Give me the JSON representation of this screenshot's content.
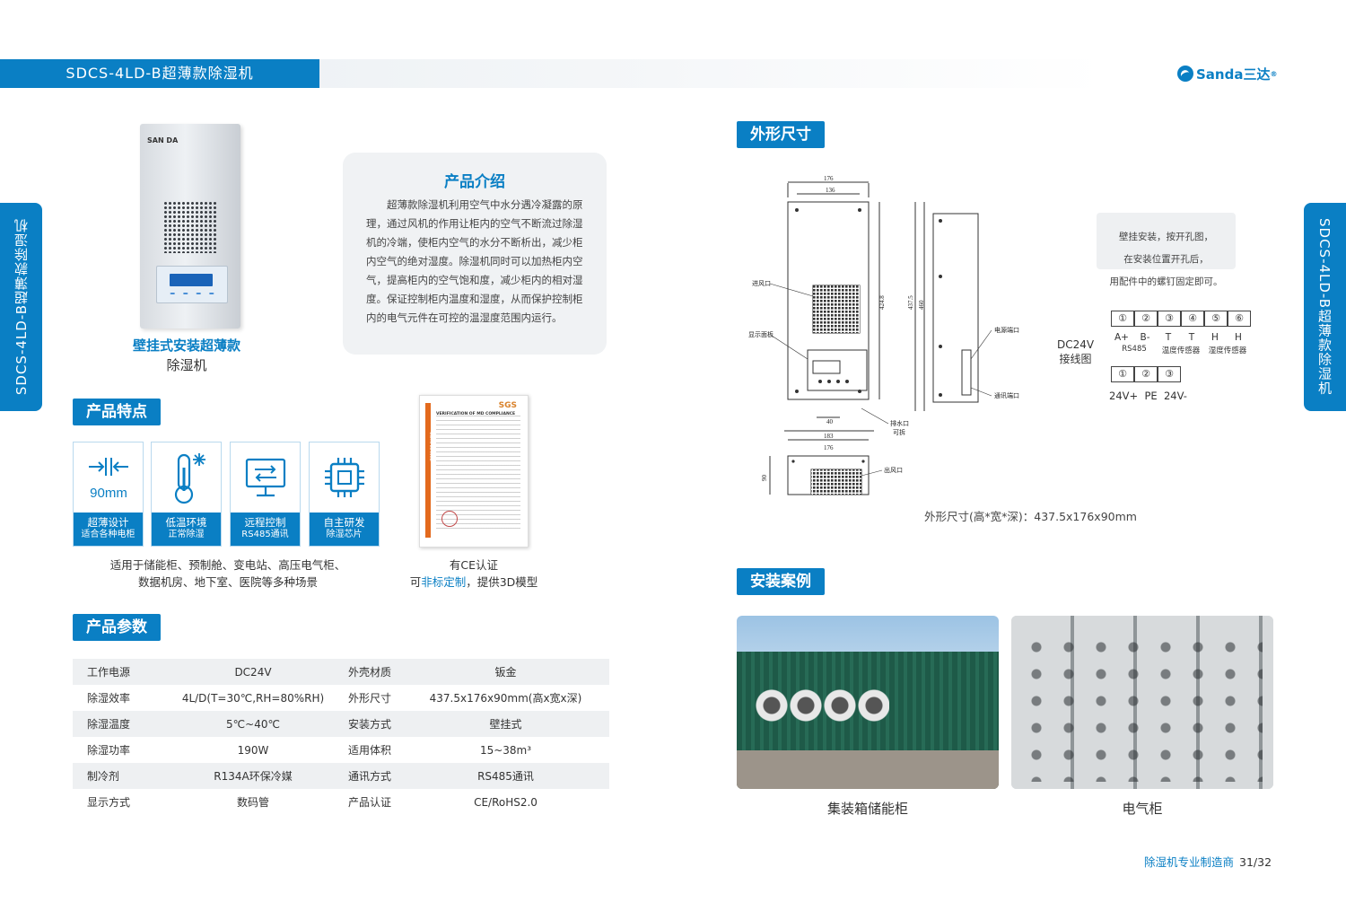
{
  "header": {
    "title": "SDCS-4LD-B超薄款除湿机",
    "brand_name": "Sanda三达",
    "brand_mark": "®"
  },
  "side_tabs": {
    "left": "SDCS-4LD-B超薄款除湿机",
    "right": "SDCS-4LD-B超薄款除湿机"
  },
  "product": {
    "device_logo": "SAN DA",
    "caption_line1": "壁挂式安装超薄款",
    "caption_line2": "除湿机"
  },
  "intro": {
    "title": "产品介绍",
    "body": "超薄款除湿机利用空气中水分遇冷凝露的原理，通过风机的作用让柜内的空气不断流过除湿机的冷端，使柜内空气的水分不断析出，减少柜内空气的绝对湿度。除湿机同时可以加热柜内空气，提高柜内的空气饱和度，减少柜内的相对湿度。保证控制柜内温度和湿度，从而保护控制柜内的电气元件在可控的温湿度范围内运行。"
  },
  "features": {
    "section_title": "产品特点",
    "items": [
      {
        "icon": "compress-arrows-icon",
        "icon_text": "90mm",
        "line1": "超薄设计",
        "line2": "适合各种电柜"
      },
      {
        "icon": "thermometer-snowflake-icon",
        "line1": "低温环境",
        "line2": "正常除湿"
      },
      {
        "icon": "remote-monitor-icon",
        "line1": "远程控制",
        "line2": "RS485通讯"
      },
      {
        "icon": "chip-icon",
        "line1": "自主研发",
        "line2": "除湿芯片"
      }
    ],
    "usage_line1": "适用于储能柜、预制舱、变电站、高压电气柜、",
    "usage_line2": "数据机房、地下室、医院等多种场景"
  },
  "certificate": {
    "sgs": "SGS",
    "heading": "VERIFICATION OF MD COMPLIANCE",
    "side_text": "COMPLIANCE",
    "caption_line1": "有CE认证",
    "caption_prefix": "可",
    "caption_highlight": "非标定制",
    "caption_suffix": "，提供3D模型"
  },
  "params": {
    "section_title": "产品参数",
    "rows": [
      {
        "k1": "工作电源",
        "v1": "DC24V",
        "k2": "外壳材质",
        "v2": "钣金"
      },
      {
        "k1": "除湿效率",
        "v1": "4L/D(T=30℃,RH=80%RH)",
        "k2": "外形尺寸",
        "v2": "437.5x176x90mm(高x宽x深)"
      },
      {
        "k1": "除湿温度",
        "v1": "5℃~40℃",
        "k2": "安装方式",
        "v2": "壁挂式"
      },
      {
        "k1": "除湿功率",
        "v1": "190W",
        "k2": "适用体积",
        "v2": "15~38m³"
      },
      {
        "k1": "制冷剂",
        "v1": "R134A环保冷媒",
        "k2": "通讯方式",
        "v2": "RS485通讯"
      },
      {
        "k1": "显示方式",
        "v1": "数码管",
        "k2": "产品认证",
        "v2": "CE/RoHS2.0"
      }
    ]
  },
  "dimensions": {
    "section_title": "外形尺寸",
    "labels": {
      "w176": "176",
      "w136": "136",
      "h424": "424.8",
      "h437": "437.5",
      "h460": "460",
      "inlet": "进风口",
      "display": "显示面板",
      "power_port": "电源端口",
      "comm_port": "通讯端口",
      "drain": "排水口",
      "drain2": "可拆",
      "w40": "40",
      "w183": "183",
      "w176b": "176",
      "d90": "90",
      "outlet": "出风口"
    },
    "note_line1": "壁挂安装，按开孔图，",
    "note_line2": "在安装位置开孔后，",
    "note_line3": "用配件中的螺钉固定即可。",
    "caption": "外形尺寸(高*宽*深)：437.5x176x90mm"
  },
  "wiring": {
    "title_line1": "DC24V",
    "title_line2": "接线图",
    "row1": [
      "①",
      "②",
      "③",
      "④",
      "⑤",
      "⑥"
    ],
    "row1_labels": [
      "A+",
      "B-",
      "T",
      "T",
      "H",
      "H"
    ],
    "row1_sub": [
      "RS485",
      "温度传感器",
      "湿度传感器"
    ],
    "row2": [
      "①",
      "②",
      "③"
    ],
    "row2_labels": "24V+  PE  24V-"
  },
  "cases": {
    "section_title": "安装案例",
    "items": [
      {
        "caption": "集装箱储能柜"
      },
      {
        "caption": "电气柜"
      }
    ]
  },
  "footer": {
    "text": "除湿机专业制造商",
    "page": "31/32"
  }
}
